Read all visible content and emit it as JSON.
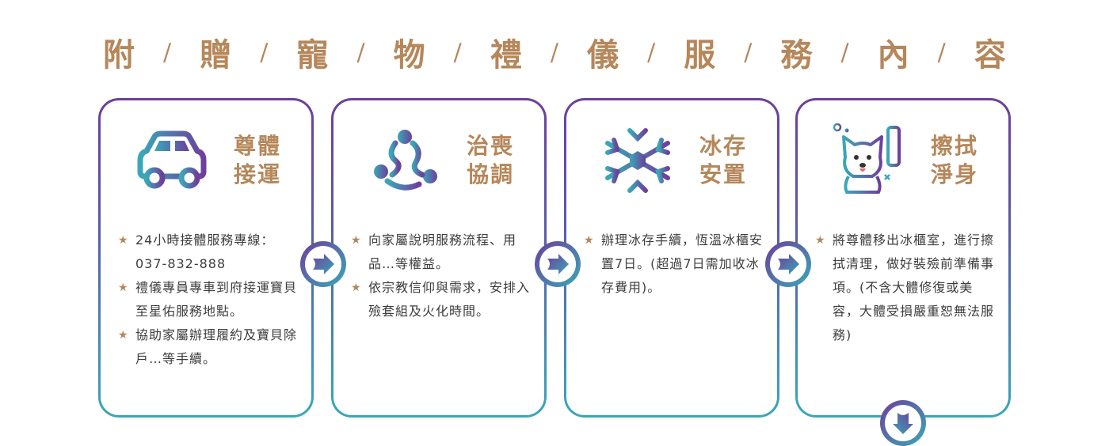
{
  "title": {
    "chars": [
      "附",
      "贈",
      "寵",
      "物",
      "禮",
      "儀",
      "服",
      "務",
      "內",
      "容"
    ],
    "separator": "/"
  },
  "cards": [
    {
      "icon": "car-icon",
      "heading_line1": "尊體",
      "heading_line2": "接運",
      "items": [
        "24小時接體服務專線：037-832-888",
        "禮儀專員專車到府接運寶貝至星佑服務地點。",
        "協助家屬辦理履約及寶貝除戶…等手續。"
      ]
    },
    {
      "icon": "people-circle-icon",
      "heading_line1": "治喪",
      "heading_line2": "協調",
      "items": [
        "向家屬說明服務流程、用品…等權益。",
        "依宗教信仰與需求，安排入殮套組及火化時間。"
      ]
    },
    {
      "icon": "snowflake-icon",
      "heading_line1": "冰存",
      "heading_line2": "安置",
      "items": [
        "辦理冰存手續，恆溫冰櫃安置7日。(超過7日需加收冰存費用)。"
      ]
    },
    {
      "icon": "dog-grooming-icon",
      "heading_line1": "擦拭",
      "heading_line2": "淨身",
      "items": [
        "將尊體移出冰櫃室，進行擦拭清理，做好裝殮前準備事項。(不含大體修復或美容，大體受損嚴重恕無法服務)"
      ]
    }
  ],
  "colors": {
    "gold": "#b5875a",
    "purple": "#6d3f9b",
    "teal": "#3aa8b8",
    "text": "#3d3d3d"
  }
}
